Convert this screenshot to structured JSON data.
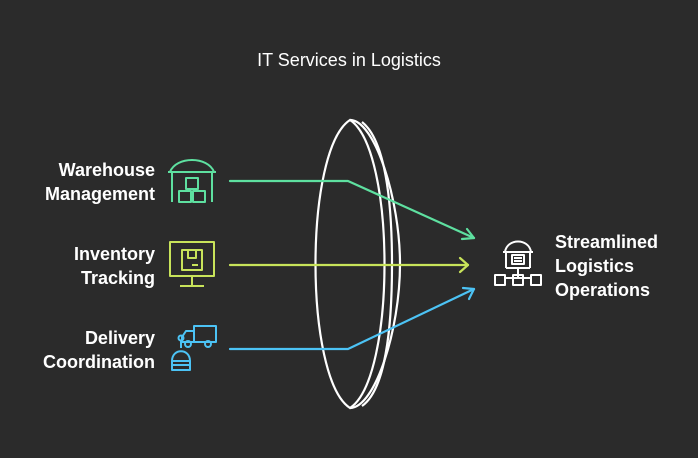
{
  "title": "IT Services in Logistics",
  "inputs": [
    {
      "line1": "Warehouse",
      "line2": "Management",
      "icon": "warehouse-icon",
      "color": "#5ee0a0"
    },
    {
      "line1": "Inventory",
      "line2": "Tracking",
      "icon": "monitor-box-icon",
      "color": "#c8e35a"
    },
    {
      "line1": "Delivery",
      "line2": "Coordination",
      "icon": "truck-robot-icon",
      "color": "#4cc3f5"
    }
  ],
  "output": {
    "line1": "Streamlined",
    "line2": "Logistics",
    "line3": "Operations",
    "icon": "warehouse-network-icon",
    "color": "#ffffff"
  },
  "lens": {
    "color": "#ffffff"
  }
}
